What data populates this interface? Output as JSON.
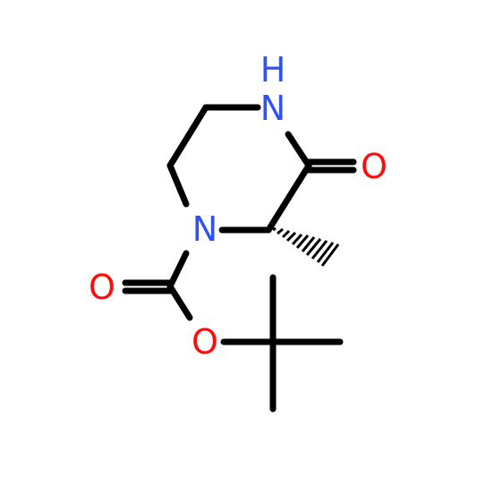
{
  "molecule": {
    "atoms": {
      "nh": "N",
      "h": "H",
      "n_boc": "N",
      "o_ketone": "O",
      "o_carbonyl": "O",
      "o_ester": "O"
    },
    "colors": {
      "bond": "#000000",
      "nitrogen": "#3050F8",
      "oxygen": "#FF0D0D"
    }
  }
}
